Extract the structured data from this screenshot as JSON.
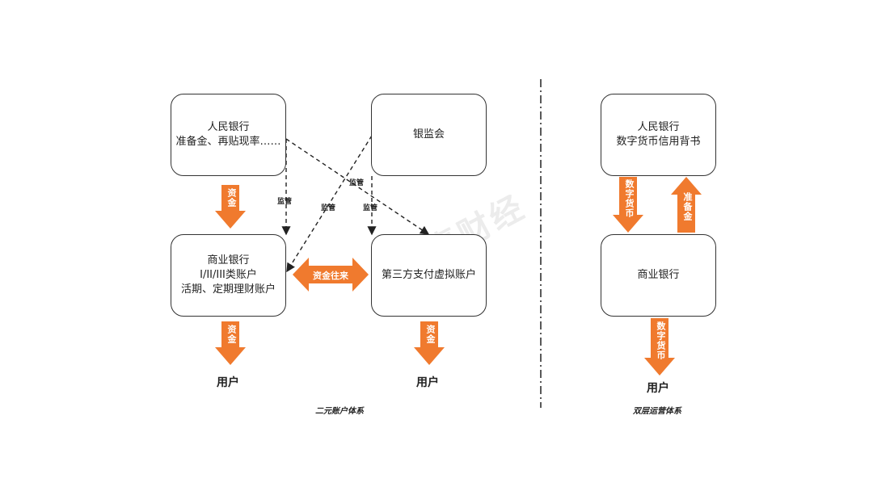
{
  "left": {
    "pboc": {
      "line1": "人民银行",
      "line2": "准备金、再贴现率……"
    },
    "cbrc": {
      "line1": "银监会"
    },
    "bank": {
      "line1": "商业银行",
      "line2": "I/II/III类账户",
      "line3": "活期、定期理财账户"
    },
    "third": {
      "line1": "第三方支付虚拟账户"
    },
    "supervise_labels": [
      "监管",
      "监管",
      "监管",
      "监管"
    ],
    "flow_label": "资金往来",
    "fund_label_1": "资金",
    "fund_label_2": "资金",
    "fund_label_3": "资金",
    "user_1": "用户",
    "user_2": "用户",
    "caption": "二元账户体系"
  },
  "right": {
    "pboc": {
      "line1": "人民银行",
      "line2": "数字货币信用背书"
    },
    "bank": {
      "line1": "商业银行"
    },
    "down_label": "数字货币",
    "up_label": "准备金",
    "bottom_label": "数字货币",
    "user": "用户",
    "caption": "双层运营体系"
  },
  "watermark": "零壹财经",
  "colors": {
    "accent": "#f07a2e",
    "line": "#333333"
  }
}
